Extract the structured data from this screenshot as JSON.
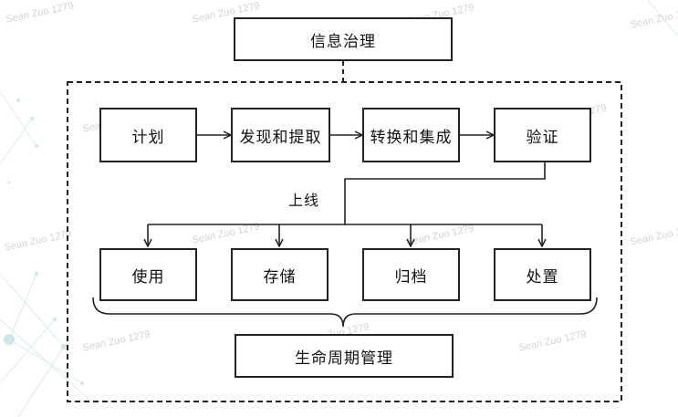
{
  "top_box": "信息治理",
  "bottom_box": "生命周期管理",
  "row1": [
    "计划",
    "发现和提取",
    "转换和集成",
    "验证"
  ],
  "row2": [
    "使用",
    "存储",
    "归档",
    "处置"
  ],
  "connector_label": "上线",
  "watermark": "Sean Zuo 1279"
}
